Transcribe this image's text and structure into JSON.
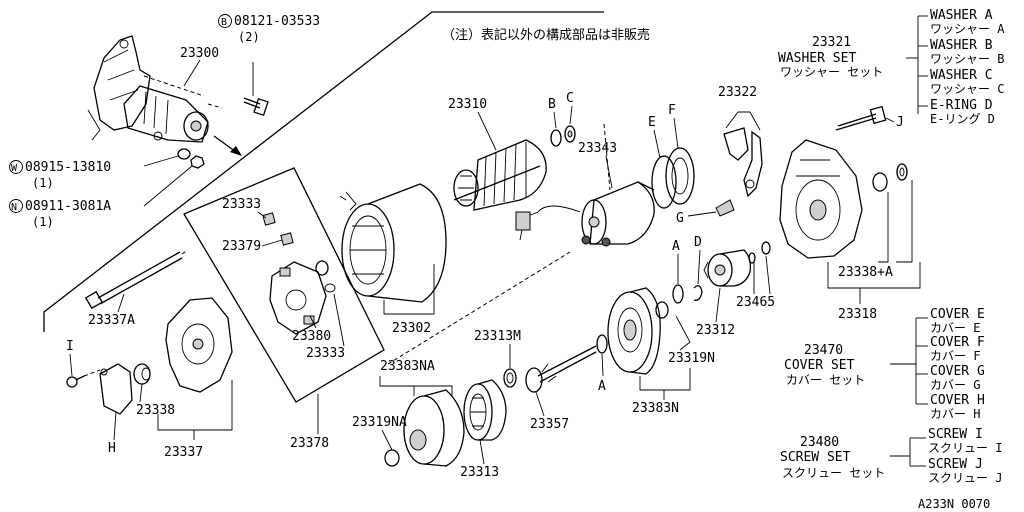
{
  "note": "（注）表記以外の構成部品は非販売",
  "labels": {
    "p23300": "23300",
    "p08121": "08121-03533",
    "p08121_prefix": "B",
    "p08121_qty": "(2)",
    "p08915": "08915-13810",
    "p08915_prefix": "W",
    "p08915_qty": "(1)",
    "p08911": "08911-3081A",
    "p08911_prefix": "N",
    "p08911_qty": "(1)",
    "p23310": "23310",
    "p23343": "23343",
    "p23333a": "23333",
    "p23379": "23379",
    "p23380": "23380",
    "p23333b": "23333",
    "p23302": "23302",
    "p23337a": "23337A",
    "p23338": "23338",
    "p23337": "23337",
    "p23378": "23378",
    "p23313m": "23313M",
    "p23383na": "23383NA",
    "p23319na": "23319NA",
    "p23313": "23313",
    "p23357": "23357",
    "p23383n": "23383N",
    "p23319n": "23319N",
    "p23312": "23312",
    "p23465": "23465",
    "p23338a": "23338+A",
    "p23318": "23318",
    "p23322": "23322",
    "p23321": "23321",
    "washer_set": "WASHER SET",
    "washer_set_jp": "ワッシャー セット",
    "letter_a1": "A",
    "letter_a2": "A",
    "letter_b": "B",
    "letter_c": "C",
    "letter_d": "D",
    "letter_e": "E",
    "letter_f": "F",
    "letter_g": "G",
    "letter_h": "H",
    "letter_i": "I",
    "letter_j": "J",
    "p23470": "23470",
    "cover_set": "COVER SET",
    "cover_set_jp": "カバー セット",
    "p23480": "23480",
    "screw_set": "SCREW SET",
    "screw_set_jp": "スクリュー セット",
    "figure_code": "A233N 0070"
  },
  "washer_items": [
    {
      "en": "WASHER A",
      "jp": "ワッシャー A"
    },
    {
      "en": "WASHER B",
      "jp": "ワッシャー B"
    },
    {
      "en": "WASHER C",
      "jp": "ワッシャー C"
    },
    {
      "en": "E-RING D",
      "jp": "E-リング D"
    }
  ],
  "cover_items": [
    {
      "en": "COVER E",
      "jp": "カバー E"
    },
    {
      "en": "COVER F",
      "jp": "カバー F"
    },
    {
      "en": "COVER G",
      "jp": "カバー G"
    },
    {
      "en": "COVER H",
      "jp": "カバー H"
    }
  ],
  "screw_items": [
    {
      "en": "SCREW I",
      "jp": "スクリュー I"
    },
    {
      "en": "SCREW J",
      "jp": "スクリュー J"
    }
  ]
}
